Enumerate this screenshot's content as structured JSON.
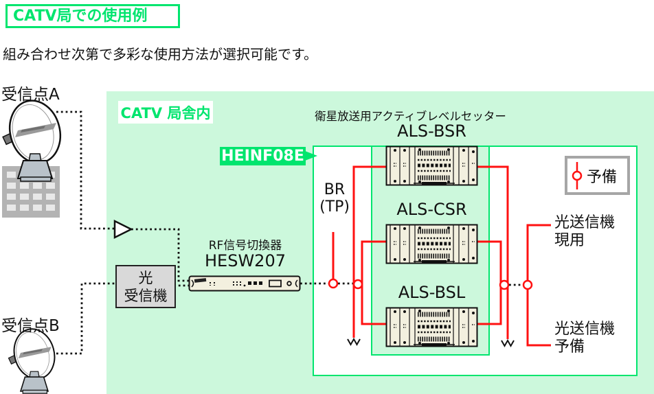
{
  "page": {
    "title": "CATV局での使用例",
    "subtitle": "組み合わせ次第で多彩な使用方法が選択可能です。"
  },
  "colors": {
    "accent_green": "#00e56e",
    "station_fill_green": "#ccf8dc",
    "signal_red": "#ff1111",
    "device_panel": "#f3f0df"
  },
  "station": {
    "label": "CATV 局舎内"
  },
  "reception_points": {
    "a": "受信点A",
    "b": "受信点B"
  },
  "devices": {
    "optical_receiver": {
      "line1": "光",
      "line2": "受信機"
    },
    "rf_switch": {
      "type_label": "RF信号切換器",
      "model": "HESW207"
    },
    "interface_model": "HEINF08E",
    "level_setter": {
      "title": "衛星放送用アクティブレベルセッター",
      "units": [
        "ALS-BSR",
        "ALS-CSR",
        "ALS-BSL"
      ]
    }
  },
  "labels": {
    "br_tp_line1": "BR",
    "br_tp_line2": "(TP)",
    "legend_spare": "予備",
    "tx_active_line1": "光送信機",
    "tx_active_line2": "現用",
    "tx_spare_line1": "光送信機",
    "tx_spare_line2": "予備"
  }
}
